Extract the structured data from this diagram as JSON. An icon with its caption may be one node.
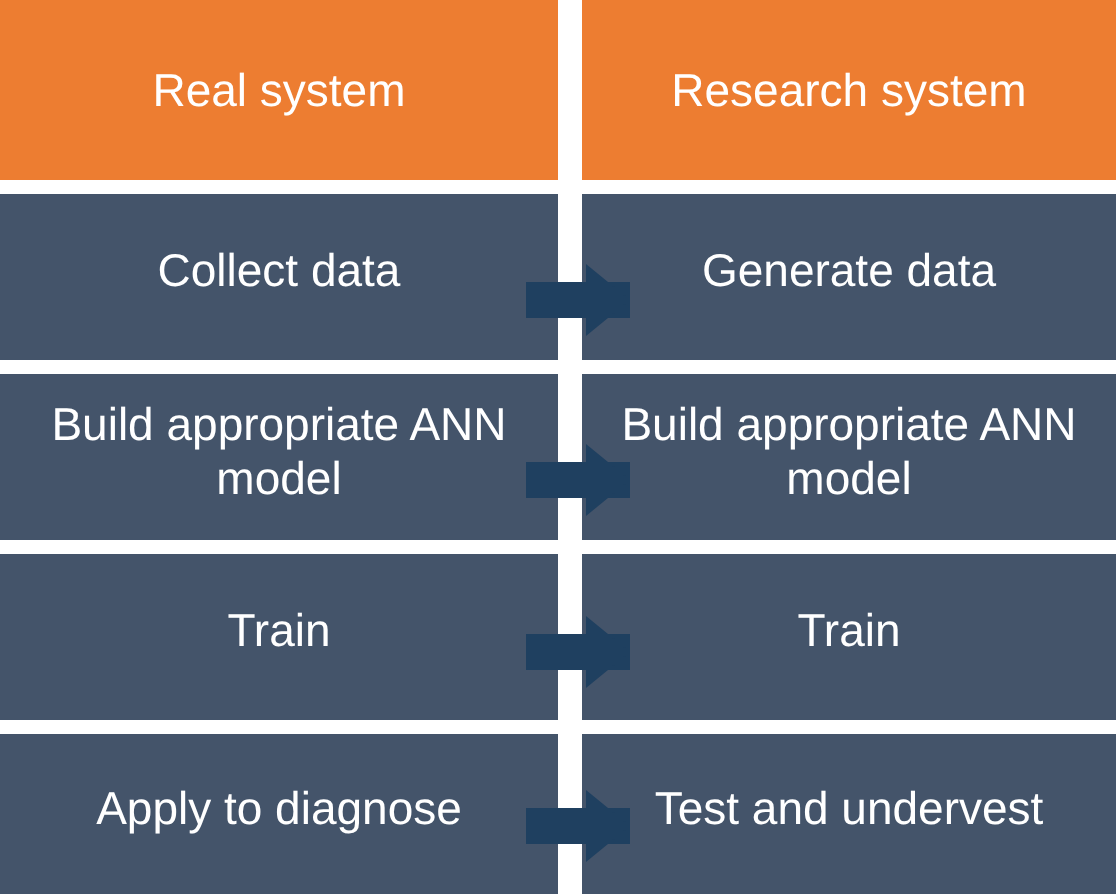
{
  "diagram": {
    "nodes": [
      {
        "text": [
          "Real system"
        ]
      },
      {
        "text": [
          "Research system"
        ]
      },
      {
        "text": [
          "Collect data"
        ]
      },
      {
        "text": [
          "Generate data"
        ]
      },
      {
        "text": [
          "Build appropriate ANN model"
        ]
      },
      {
        "text": [
          "Build appropriate ANN model"
        ]
      },
      {
        "text": [
          "Train"
        ]
      },
      {
        "text": [
          "Train"
        ]
      },
      {
        "text": [
          "Apply to diagnose"
        ]
      },
      {
        "text": [
          "Test and undervest"
        ]
      }
    ],
    "edges": [
      {
        "from": 2,
        "to": 3,
        "arrow": "to"
      },
      {
        "from": 4,
        "to": 5,
        "arrow": "to"
      },
      {
        "from": 6,
        "to": 7,
        "arrow": "to"
      },
      {
        "from": 8,
        "to": 9,
        "arrow": "to"
      }
    ]
  }
}
